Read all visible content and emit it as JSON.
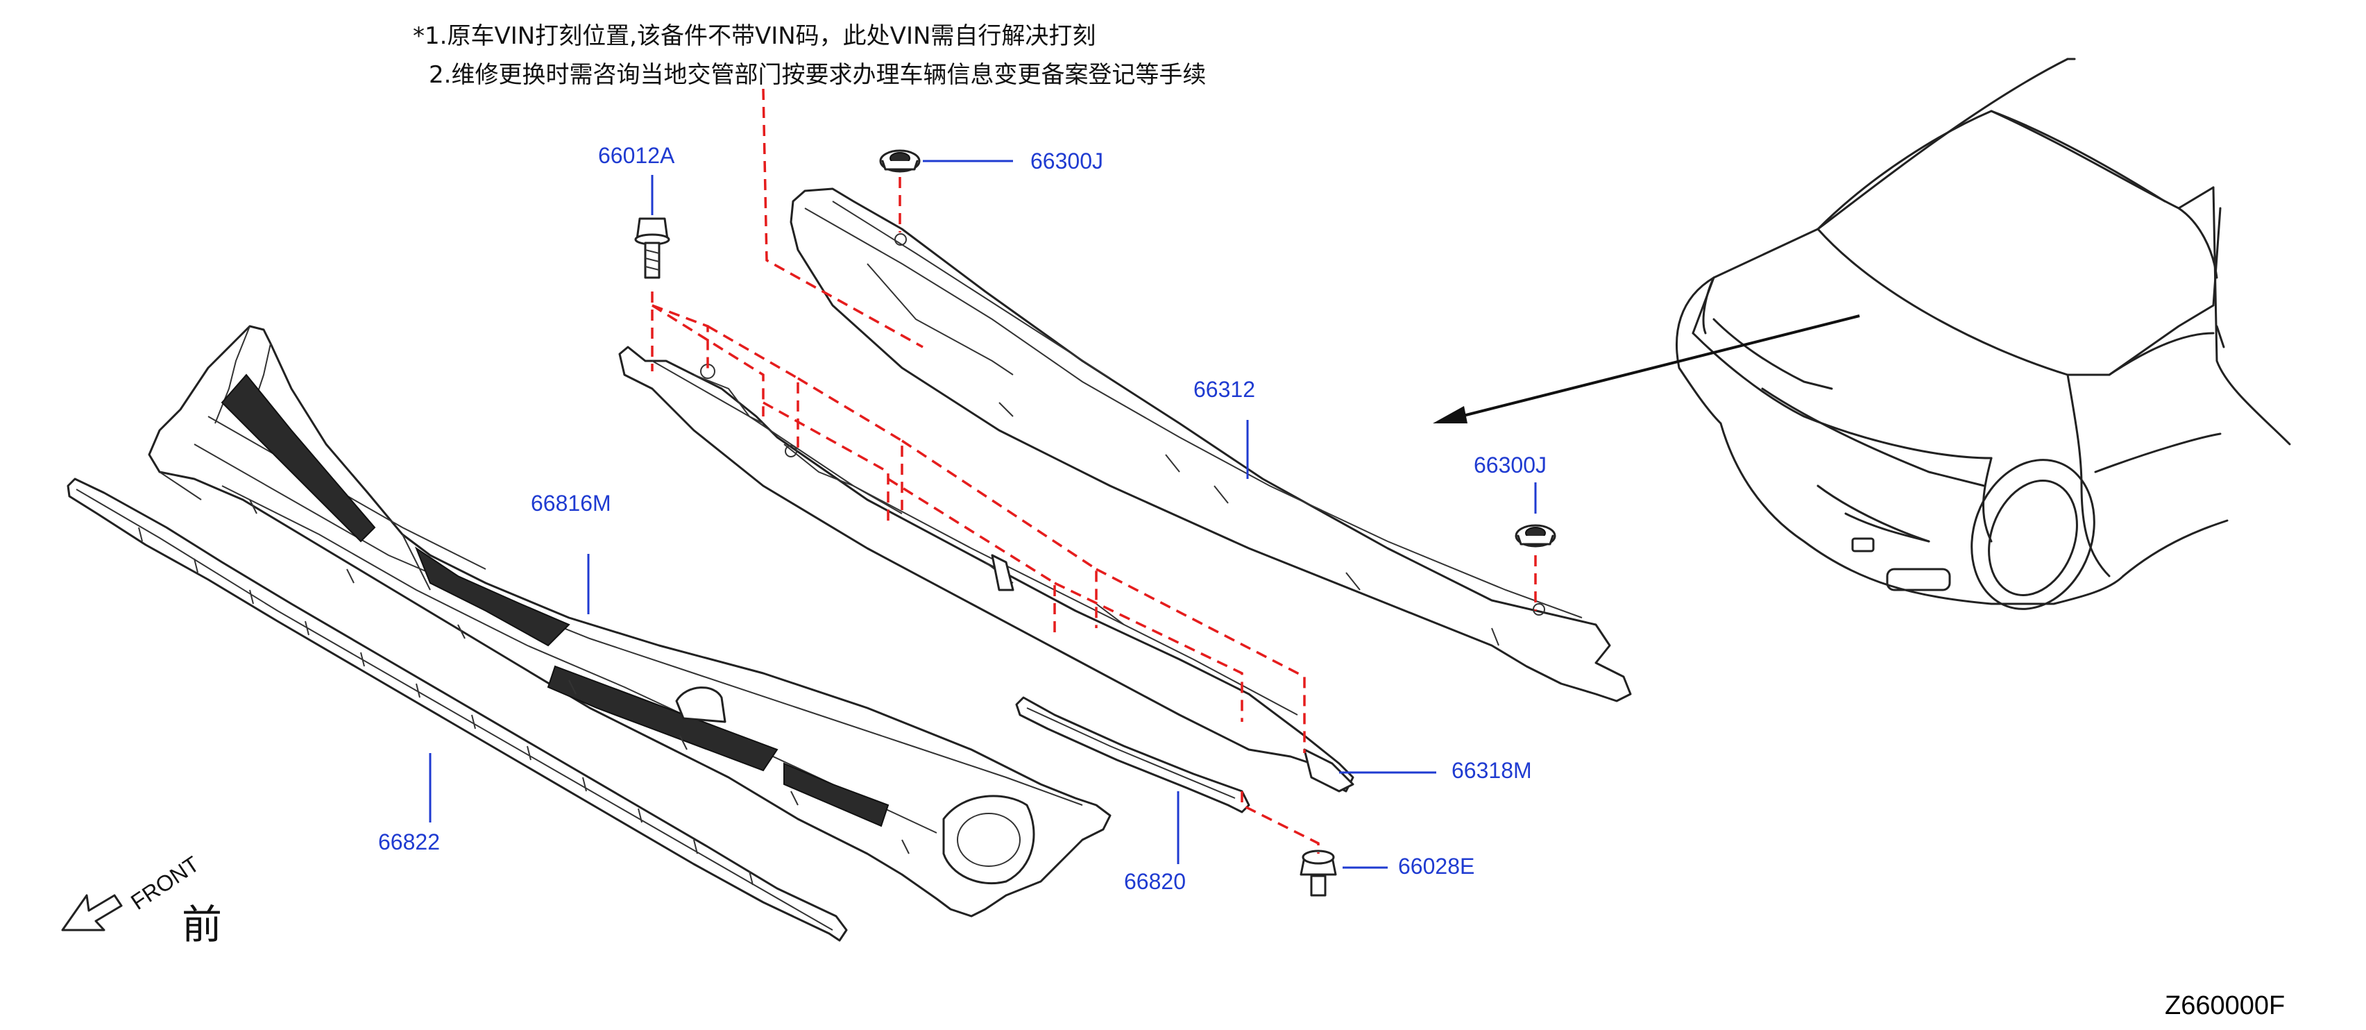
{
  "notes": [
    "*1.原车VIN打刻位置,该备件不带VIN码，此处VIN需自行解决打刻",
    "2.维修更换时需咨询当地交管部门按要求办理车辆信息变更备案登记等手续"
  ],
  "labels": {
    "p66012A": "66012A",
    "p66300J_top": "66300J",
    "p66312": "66312",
    "p66300J_right": "66300J",
    "p66816M": "66816M",
    "p66318M": "66318M",
    "p66822": "66822",
    "p66820": "66820",
    "p66028E": "66028E"
  },
  "front": {
    "text": "FRONT",
    "cjk": "前"
  },
  "diagram_code": "Z660000F",
  "colors": {
    "label": "#1f3bd1",
    "dashed_leader": "#e51d1d",
    "outline": "#222222",
    "text": "#111111"
  }
}
